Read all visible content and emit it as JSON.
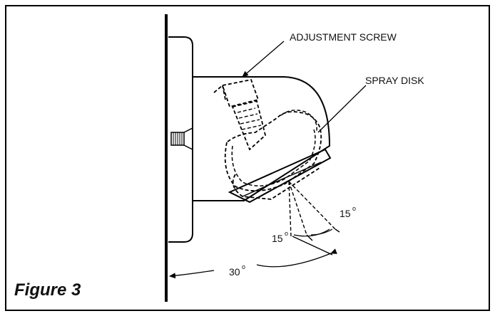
{
  "labels": {
    "adjustment_screw": "ADJUSTMENT SCREW",
    "spray_disk": "SPRAY DISK",
    "angle_15_right": "15",
    "angle_15_left": "15",
    "angle_30": "30",
    "degree_mark": "o"
  },
  "caption": {
    "figure_word": "Figure",
    "figure_number": "3"
  }
}
